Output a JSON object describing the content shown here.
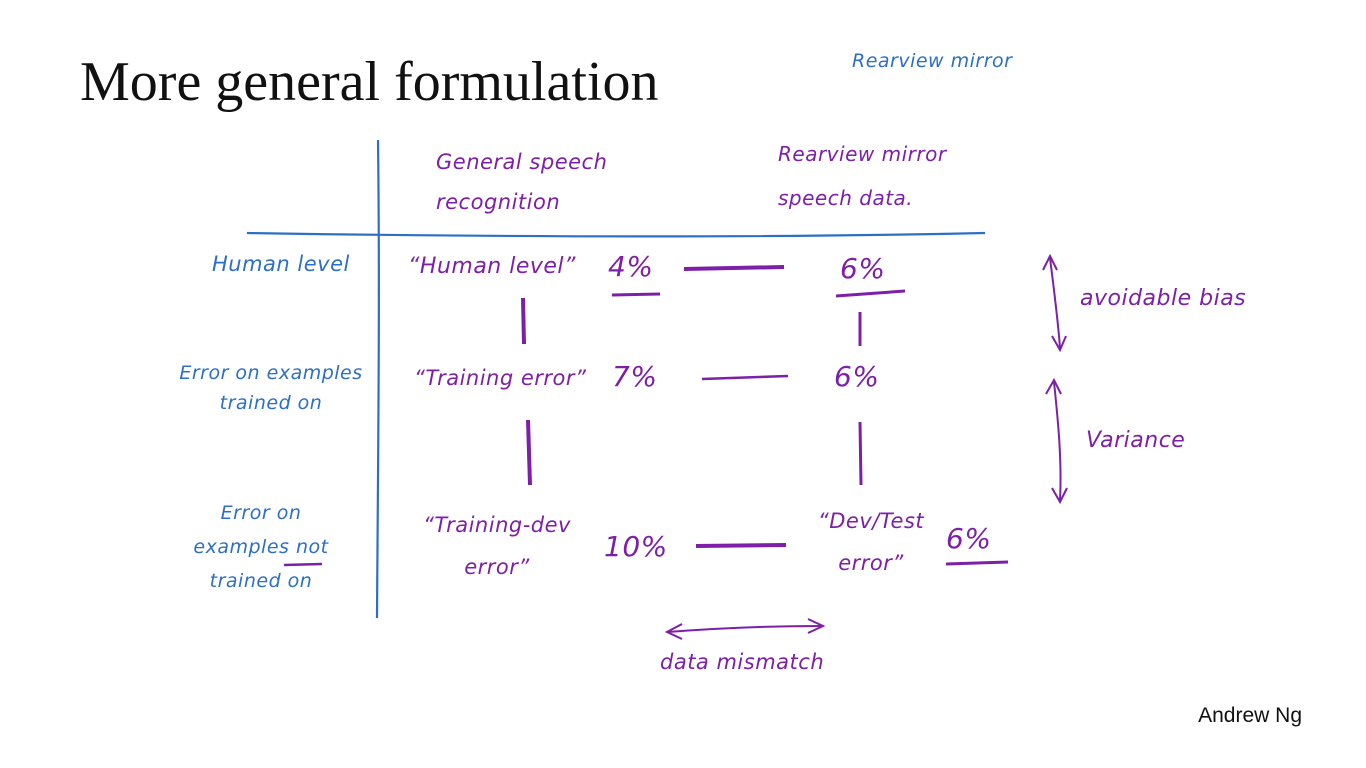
{
  "title": "More general formulation",
  "top_note": "Rearview mirror",
  "columns": {
    "general": "General speech recognition",
    "rearview": "Rearview mirror speech data."
  },
  "rows": {
    "human": "Human level",
    "trained": "Error on examples trained on",
    "not_trained_prefix": "Error on examples",
    "not_trained_emph": "not",
    "not_trained_suffix": "trained on"
  },
  "cells": {
    "human_level_label": "“Human level”",
    "human_level_general": "4%",
    "human_level_rearview": "6%",
    "training_error_label": "“Training error”",
    "training_error_general": "7%",
    "training_error_rearview": "6%",
    "training_dev_label": "“Training-dev error”",
    "training_dev_general": "10%",
    "dev_test_label": "“Dev/Test error”",
    "dev_test_rearview": "6%"
  },
  "annotations": {
    "avoidable_bias": "avoidable bias",
    "variance": "Variance",
    "data_mismatch": "data mismatch"
  },
  "author": "Andrew Ng",
  "colors": {
    "ink_blue": "#2d6fc4",
    "ink_purple": "#7e1fa8",
    "text": "#111111",
    "background": "#ffffff"
  }
}
